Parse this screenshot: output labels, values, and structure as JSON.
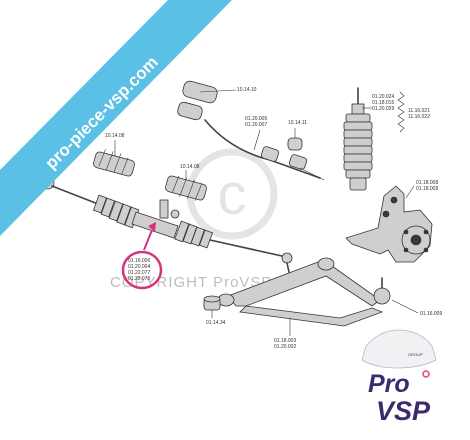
{
  "banner": {
    "text": "pro-piece-vsp.com",
    "color": "#5bc0e6"
  },
  "watermark": {
    "copyright_text": "COPYRIGHT ProVSP"
  },
  "labels": {
    "p_10_14_10": "10.14.10",
    "p_10_14_08_left": "10.14.08",
    "p_10_14_08_mid": "10.14.08",
    "p_01_20_005": "01.20.005",
    "p_01_20_007": "01.20.007",
    "p_10_14_11": "10.14.11",
    "p_01_20_024": "01.20.024",
    "p_01_18_015": "01.18.015",
    "p_01_20_029": "01.20.029",
    "p_11_16_021": "11.16.021",
    "p_11_16_022": "11.16.022",
    "p_01_18_008": "01.18.008",
    "p_01_18_009": "01.18.009",
    "p_01_16_009": "01.16.009",
    "p_01_14_34": "01.14.34",
    "p_01_18_003": "01.18.003",
    "p_01_20_002": "01.20.002"
  },
  "highlight": {
    "color": "#d6337a",
    "codes": [
      "01.16.006",
      "01.20.004",
      "01.22.077",
      "01.22.076"
    ]
  },
  "logo": {
    "top_word": "Pro",
    "bottom_word": "VSP",
    "group_tag": "GROUP",
    "color": "#3b2a6e",
    "accent": "#e0457b"
  }
}
